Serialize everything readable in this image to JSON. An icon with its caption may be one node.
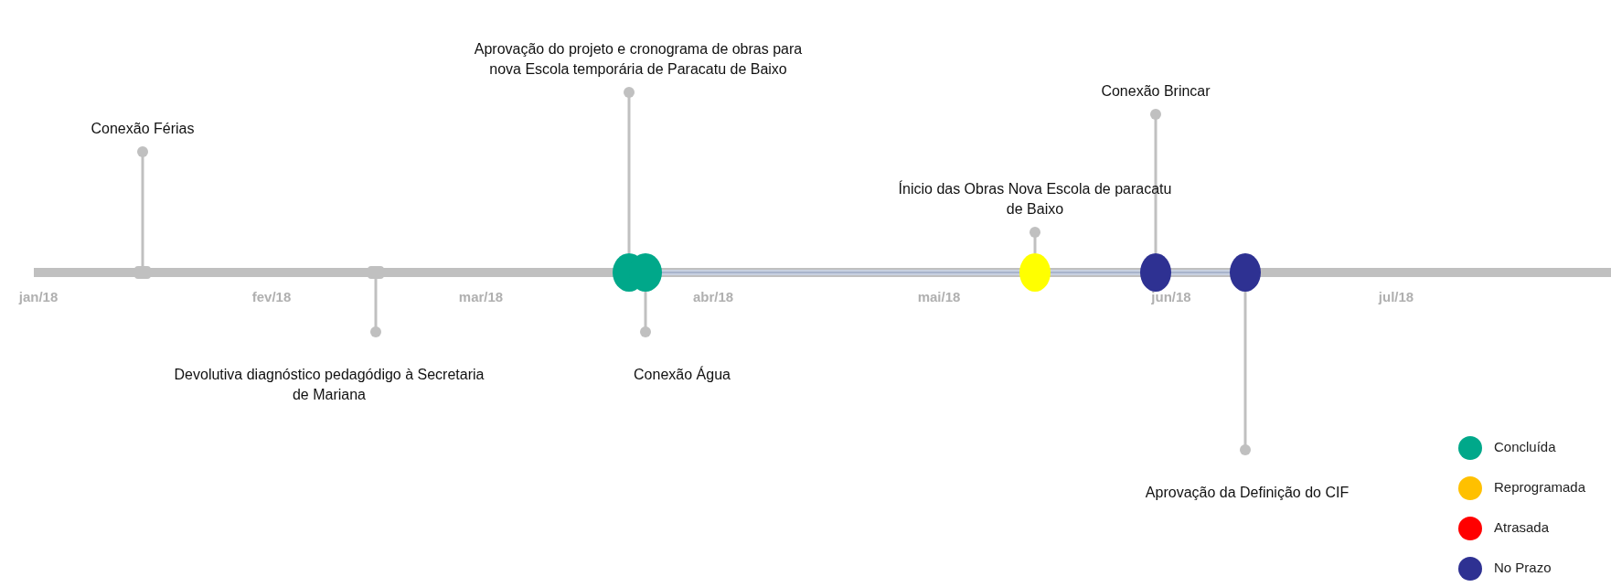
{
  "diagram": {
    "nodes": [
      {
        "text": [
          "Aprovação do projeto e cronograma de obras para nova Escola temporária de Paracatu de Baixo"
        ]
      },
      {
        "text": [
          "Conexão Férias"
        ]
      },
      {
        "text": [
          "Conexão Brincar"
        ]
      },
      {
        "text": [
          "Ínicio das Obras Nova Escola de paracatu de Baixo"
        ]
      },
      {
        "text": [
          "Devolutiva diagnóstico pedagódigo à Secretaria de Mariana"
        ]
      },
      {
        "text": [
          "Conexão Água"
        ]
      },
      {
        "text": [
          "Aprovação da Definição do CIF"
        ]
      },
      {
        "text": [],
        "shape": "box"
      },
      {
        "text": [],
        "shape": "box"
      },
      {
        "text": [],
        "shape": "circle"
      },
      {
        "text": [],
        "shape": "circle"
      },
      {
        "text": [],
        "shape": "circle"
      },
      {
        "text": [],
        "shape": "circle"
      },
      {
        "text": [],
        "shape": "circle"
      }
    ],
    "edges": [
      {
        "from": 1,
        "to": 7,
        "arrow": "other"
      },
      {
        "from": 4,
        "to": 8,
        "arrow": "other"
      },
      {
        "from": 0,
        "to": 9,
        "arrow": "other"
      },
      {
        "from": 5,
        "to": 10,
        "arrow": "other"
      },
      {
        "from": 3,
        "to": 11,
        "arrow": "other"
      },
      {
        "from": 2,
        "to": 12,
        "arrow": "other"
      },
      {
        "from": 6,
        "to": 13,
        "arrow": "other"
      }
    ],
    "labels": [
      "jan/18",
      "fev/18",
      "mar/18",
      "abr/18",
      "mai/18",
      "jun/18",
      "jul/18"
    ],
    "legend": [
      {
        "text": "Concluída",
        "color": "#00a88a"
      },
      {
        "text": "Reprogramada",
        "color": "#ffc000"
      },
      {
        "text": "Atrasada",
        "color": "#ff0000"
      },
      {
        "text": "No Prazo",
        "color": "#2e3192"
      }
    ]
  }
}
